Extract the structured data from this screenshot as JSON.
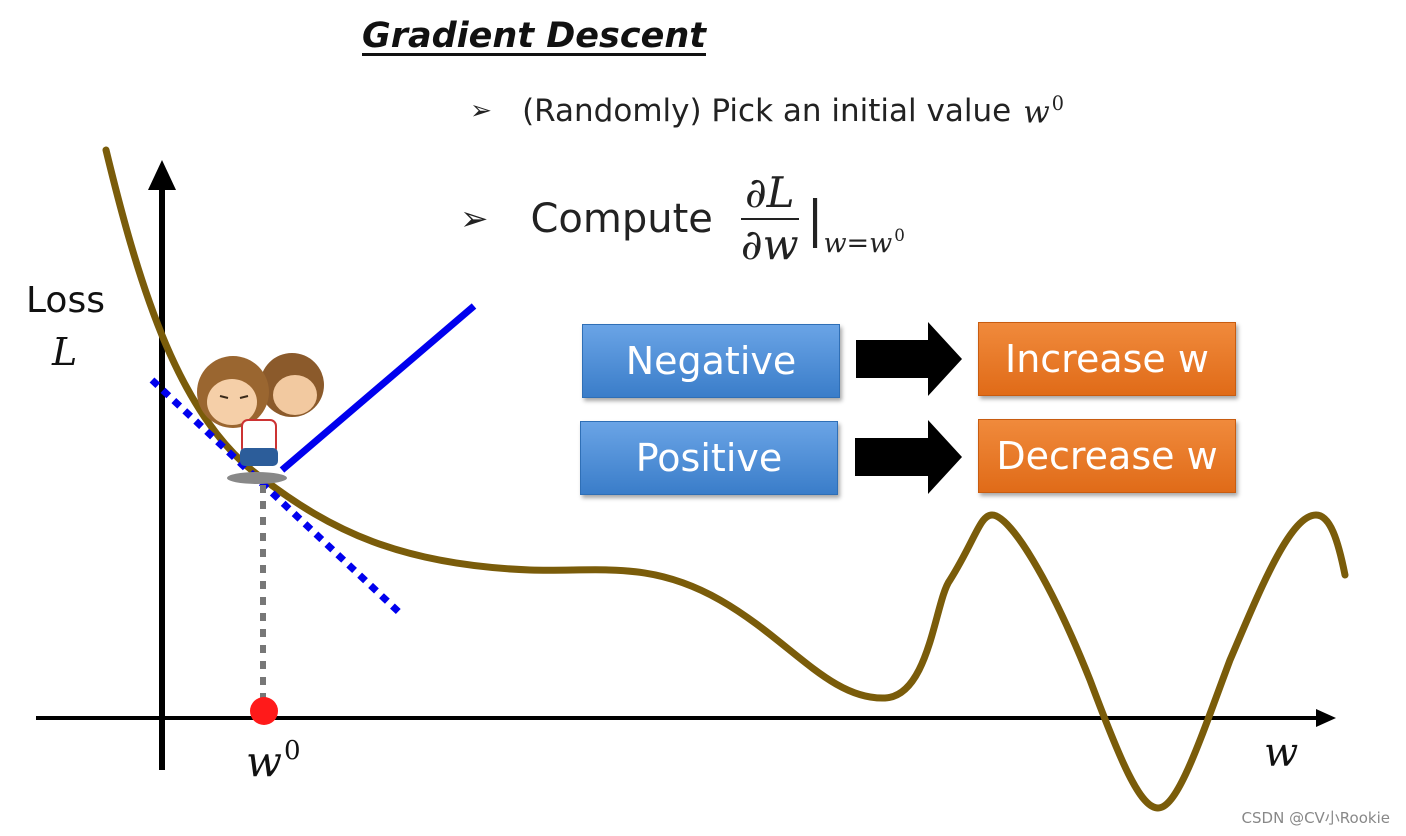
{
  "title": "Gradient Descent",
  "bullets": {
    "pick": {
      "text": "(Randomly) Pick an initial value",
      "var": "w",
      "sup": "0"
    },
    "compute": {
      "text": "Compute",
      "num": "∂L",
      "den": "∂w",
      "eval_var": "w=w",
      "eval_sup": "0"
    }
  },
  "rules": [
    {
      "condition": "Negative",
      "action": "Increase w"
    },
    {
      "condition": "Positive",
      "action": "Decrease w"
    }
  ],
  "axes": {
    "y_label_1": "Loss",
    "y_label_2": "L",
    "x_label": "w",
    "point_label": "w",
    "point_sup": "0"
  },
  "watermark": "CSDN @CV小Rookie",
  "colors": {
    "curve": "#7a5c0a",
    "tangent": "#0000ee",
    "point": "#ff1a1a",
    "blue_box": "#4a8ad6",
    "orange_box": "#e8782a"
  },
  "icons": [
    "arrow-bullet-icon",
    "black-arrow-icon",
    "monkey-icon"
  ]
}
